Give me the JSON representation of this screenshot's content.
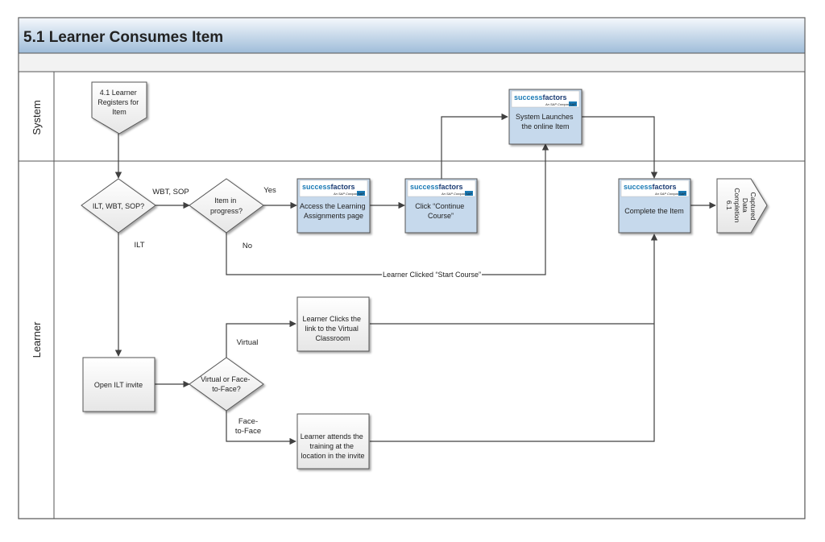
{
  "title": "5.1 Learner Consumes Item",
  "lanes": {
    "system": "System",
    "learner": "Learner"
  },
  "logo": {
    "brand_a": "success",
    "brand_b": "factors",
    "tagline": "An SAP Company",
    "badge": "SAP"
  },
  "offpage": {
    "start": [
      "4.1 Learner",
      "Registers for",
      "Item"
    ],
    "end": [
      "6.1",
      "Completion",
      "Data",
      "Captured"
    ]
  },
  "decisions": {
    "type": [
      "ILT, WBT, SOP?"
    ],
    "progress": [
      "Item in",
      "progress?"
    ],
    "mode": [
      "Virtual or Face-",
      "to-Face?"
    ]
  },
  "processes": {
    "access": [
      "Access the Learning",
      "Assignments page"
    ],
    "continue": [
      "Click “Continue",
      "Course”"
    ],
    "launch": [
      "System Launches",
      "the online Item"
    ],
    "complete": [
      "Complete the Item"
    ],
    "ilt": [
      "Open ILT invite"
    ],
    "virtual": [
      "Learner Clicks the",
      "link to the Virtual",
      "Classroom"
    ],
    "f2f": [
      "Learner attends the",
      "training at the",
      "location in the invite"
    ]
  },
  "labels": {
    "wbt_sop": "WBT, SOP",
    "yes": "Yes",
    "no": "No",
    "ilt": "ILT",
    "start_course": "Learner Clicked “Start Course”",
    "virtual": "Virtual",
    "face1": "Face-",
    "face2": "to-Face"
  },
  "colors": {
    "header_top": "#f3f7fc",
    "header_bottom": "#9fbedb",
    "process_sf": "#c6d9ec",
    "process_plain": "#ededed",
    "line": "#404040",
    "sf_blue": "#1a7ab5",
    "sf_red": "#e03a2f"
  }
}
